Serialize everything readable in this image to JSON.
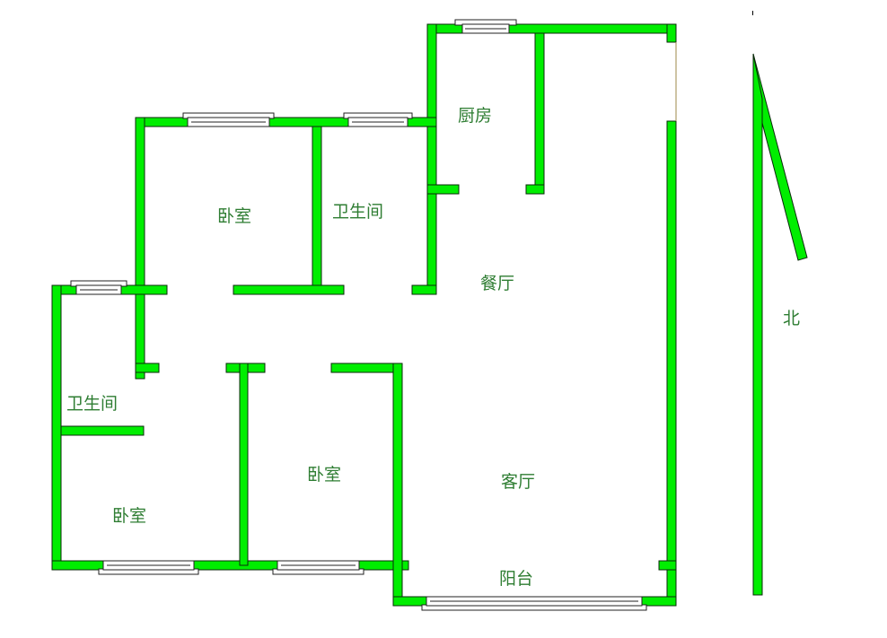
{
  "colors": {
    "wall_fill": "#00ee00",
    "wall_stroke": "#0a2a0a",
    "label_text": "#2e7d32",
    "background": "#ffffff"
  },
  "rooms": {
    "kitchen": "厨房",
    "bedroom_top": "卧室",
    "bathroom_top": "卫生间",
    "dining_room": "餐厅",
    "bathroom_left": "卫生间",
    "bedroom_bottom_left": "卧室",
    "bedroom_bottom_middle": "卧室",
    "living_room": "客厅",
    "balcony": "阳台"
  },
  "compass": {
    "label": "北",
    "icon": "north-arrow-icon"
  }
}
